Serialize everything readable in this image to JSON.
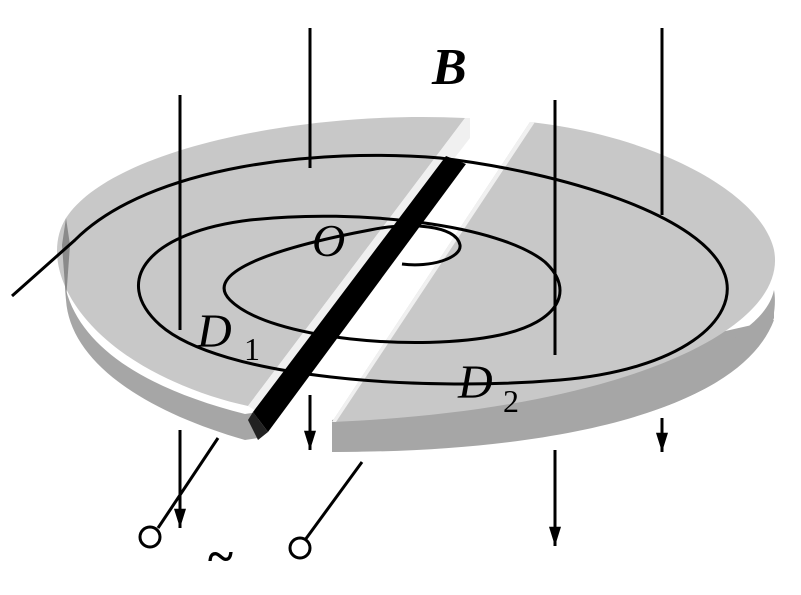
{
  "labels": {
    "field": "B",
    "center": "O",
    "dee1_letter": "D",
    "dee1_sub": "1",
    "dee2_letter": "D",
    "dee2_sub": "2",
    "source": "~"
  },
  "colors": {
    "dee_top": "#c8c8c8",
    "dee_side": "#a6a6a6",
    "gap_inner": "#f0f0f0",
    "line": "#000000"
  }
}
